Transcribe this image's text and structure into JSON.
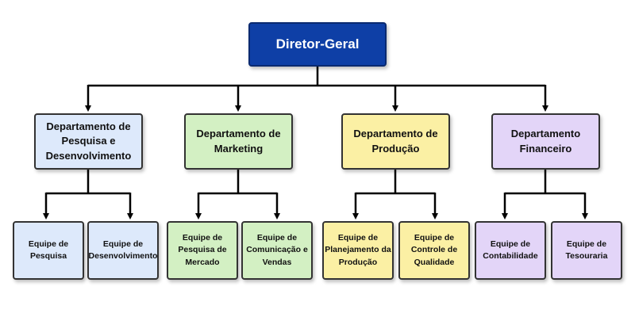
{
  "root": {
    "label": "Diretor-Geral",
    "color": "#0e3fa6"
  },
  "departments": [
    {
      "label": "Departamento de\nPesquisa e\nDesenvolvimento",
      "color": "#dde9fb",
      "teams": [
        "Equipe de\nPesquisa",
        "Equipe de\nDesenvolvimento"
      ]
    },
    {
      "label": "Departamento de\nMarketing",
      "color": "#d3f0c3",
      "teams": [
        "Equipe de\nPesquisa de\nMercado",
        "Equipe de\nComunicação e\nVendas"
      ]
    },
    {
      "label": "Departamento de\nProdução",
      "color": "#fbf0a4",
      "teams": [
        "Equipe de\nPlanejamento da\nProdução",
        "Equipe de\nControle de\nQualidade"
      ]
    },
    {
      "label": "Departamento\nFinanceiro",
      "color": "#e3d5f8",
      "teams": [
        "Equipe de\nContabilidade",
        "Equipe de\nTesouraria"
      ]
    }
  ]
}
